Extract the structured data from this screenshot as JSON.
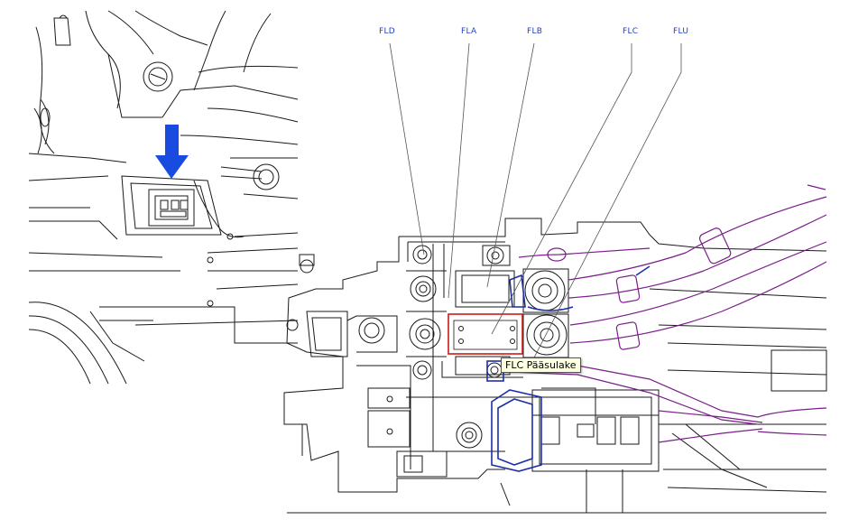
{
  "labels": {
    "fld": "FLD",
    "fla": "FLA",
    "flb": "FLB",
    "flc": "FLC",
    "flu": "FLU"
  },
  "tooltip": {
    "text": "FLC Pääsulake"
  },
  "colors": {
    "line": "#1a1a1a",
    "label": "#1f3fbf",
    "arrow": "#1a4be0",
    "cable": "#7a1f8a",
    "highlight": "#d01818",
    "connector": "#1c2fa8"
  },
  "icons": {
    "locator_arrow": "arrow-down-icon"
  }
}
